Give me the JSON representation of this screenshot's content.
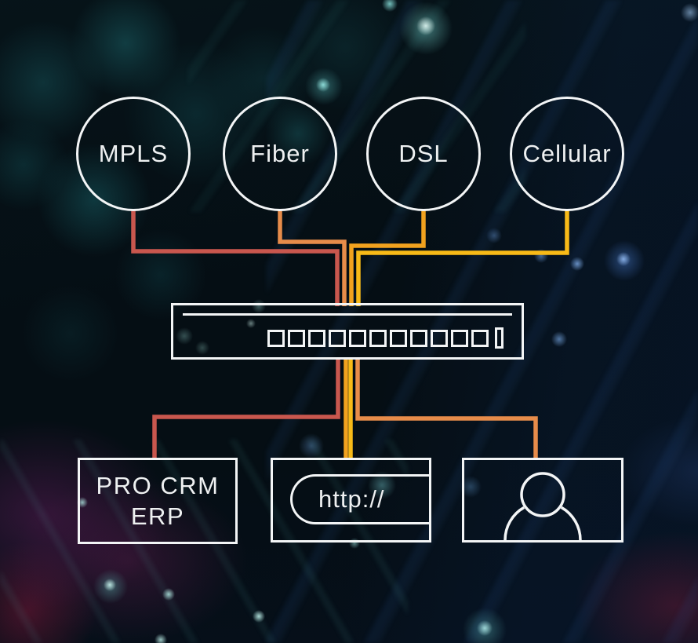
{
  "nodes": {
    "mpls": {
      "label": "MPLS"
    },
    "fiber": {
      "label": "Fiber"
    },
    "dsl": {
      "label": "DSL"
    },
    "cellular": {
      "label": "Cellular"
    }
  },
  "switch_panel": {
    "square_port_count": 11,
    "small_port_count": 1
  },
  "boxes": {
    "erp": {
      "line1": "PRO CRM",
      "line2": "ERP"
    },
    "browser": {
      "label": "http://"
    },
    "user": {
      "icon": "person-icon"
    }
  },
  "edges": [
    {
      "from": "mpls",
      "to": "switch",
      "color_key": "mpls_line"
    },
    {
      "from": "fiber",
      "to": "switch",
      "color_key": "fiber_line"
    },
    {
      "from": "dsl",
      "to": "switch",
      "color_key": "dsl_line"
    },
    {
      "from": "cellular",
      "to": "switch",
      "color_key": "cellular_line"
    },
    {
      "from": "switch",
      "to": "erp",
      "color_key": "mpls_line"
    },
    {
      "from": "switch",
      "to": "browser",
      "color_key": "dsl_line"
    },
    {
      "from": "switch",
      "to": "browser",
      "color_key": "cellular_line"
    },
    {
      "from": "switch",
      "to": "user",
      "color_key": "fiber_line"
    }
  ],
  "colors": {
    "mpls_line": "#c9574e",
    "fiber_line": "#e78c4a",
    "dsl_line": "#f2a21e",
    "cellular_line": "#f8ba17",
    "outline": "#f3f5f6"
  }
}
